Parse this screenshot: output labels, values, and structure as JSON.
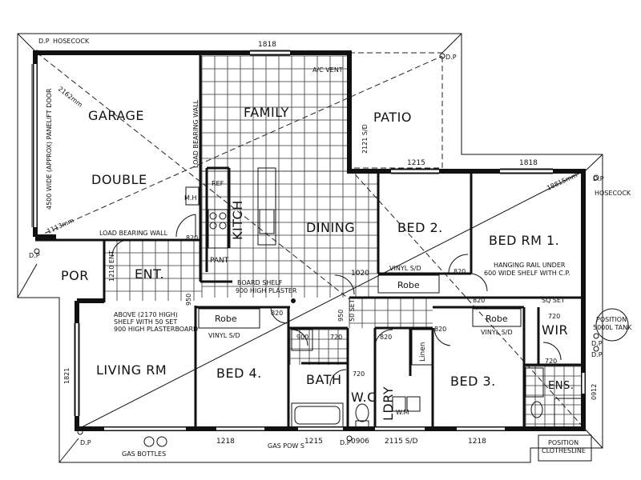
{
  "rooms": {
    "garage": "GARAGE",
    "double": "DOUBLE",
    "family": "FAMILY",
    "patio": "PATIO",
    "dining": "DINING",
    "kitchen": "KITCH",
    "bed2": "BED 2.",
    "bed_rm1": "BED RM 1.",
    "por": "POR",
    "ent": "ENT.",
    "living": "LIVING RM",
    "bed4": "BED 4.",
    "bath": "BATH",
    "wc": "W.C",
    "ldry": "LDRY",
    "bed3": "BED 3.",
    "wir": "WIR",
    "ens": "ENS."
  },
  "fixtures": {
    "robe_main": "Robe",
    "robe_bed4": "Robe",
    "robe_bed3": "Robe",
    "linen": "Linen",
    "pant": "PANT",
    "ref": "REF",
    "mh": "M.H",
    "wm": "W.M"
  },
  "notes": {
    "hosecock_top": "HOSECOCK",
    "hosecock_right": "HOSECOCK",
    "dp_tl": "D.P",
    "dp_tr": "D.P",
    "dp_left": "D.P",
    "dp_bl": "D.P",
    "dp_r1": "D.P",
    "dp_r2": "D.P",
    "dp_br": "D.P",
    "dp_bottom": "D.P",
    "ac_vent": "A/C VENT",
    "garage_door": "4500 WIDE (APPROX) PANELIFT DOOR",
    "load_bearing_wall": "LOAD BEARING WALL",
    "load_bearing_wall_v": "LOAD BEARING WALL",
    "board_shelf_1": "BOARD SHELF",
    "board_shelf_2": "900 HIGH PLASTER",
    "above_1": "ABOVE (2170 HIGH)",
    "above_2": "SHELF WITH 50 SET",
    "above_3": "900 HIGH PLASTERBOARD",
    "hanging_1": "HANGING RAIL UNDER",
    "hanging_2": "600 WIDE SHELF WITH C.P.",
    "vinyl_sd_bed2": "VINYL S/D",
    "vinyl_sd_bed4": "VINYL S/D",
    "vinyl_sd_bed3": "VINYL S/D",
    "patio_sd": "2121 S/D",
    "set_50": "50 SET",
    "sq_set": "SQ SET",
    "position_tank_1": "POSITION",
    "position_tank_2": "5000L TANK",
    "position_clothes_1": "POSITION",
    "position_clothes_2": "CLOTHESLINE",
    "gas_bottles": "GAS BOTTLES",
    "gas_pow": "GAS POW S"
  },
  "dimensions": {
    "garage_diag1": "2162mm",
    "garage_diag2": "1113mm",
    "top_1818": "1818",
    "patio_1215": "1215",
    "right_1818": "1818",
    "bed1_diag": "18815mm",
    "d820_garage": "820",
    "d1020": "1020",
    "d820_bed2": "820",
    "d820_bed1": "820",
    "d720_wir": "720",
    "d720_ens": "720",
    "d820_bed4": "820",
    "d720_bath": "720",
    "d720_wc": "720",
    "d820_ldry": "820",
    "d820_bed3": "820",
    "d950_1": "950",
    "d950_2": "950",
    "d1210_ent": "1210 ENT",
    "d900": "900",
    "left_1821": "1821",
    "bottom_1218_a": "1218",
    "bottom_1215": "1215",
    "bottom_0906": "0906",
    "bottom_2115": "2115 S/D",
    "bottom_1218_b": "1218",
    "right_0912": "0912"
  }
}
